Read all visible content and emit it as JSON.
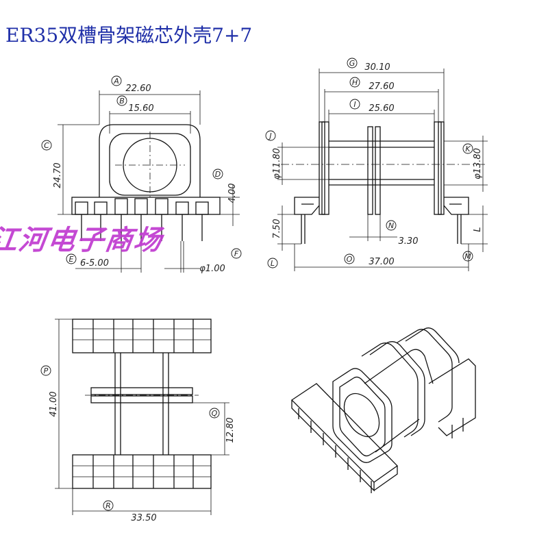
{
  "title": "ER35双槽骨架磁芯外壳7+7",
  "watermark": "江河电子商场",
  "views": {
    "front": {
      "labels": {
        "A": "A",
        "B": "B",
        "C": "C",
        "D": "D",
        "E": "E",
        "F": "F"
      },
      "dims": {
        "A": "22.60",
        "B": "15.60",
        "C": "24.70",
        "D": "4.00",
        "E": "6-5.00",
        "F": "φ1.00"
      }
    },
    "side": {
      "labels": {
        "G": "G",
        "H": "H",
        "I": "I",
        "J": "J",
        "K": "K",
        "L": "L",
        "M": "M",
        "N": "N",
        "O": "O"
      },
      "dims": {
        "G": "30.10",
        "H": "27.60",
        "I": "25.60",
        "J": "φ11.80",
        "K": "φ13.80",
        "L": "7.50",
        "M": "L",
        "N": "3.30",
        "O": "37.00"
      }
    },
    "top": {
      "labels": {
        "P": "P",
        "Q": "Q",
        "R": "R"
      },
      "dims": {
        "P": "41.00",
        "Q": "12.80",
        "R": "33.50"
      }
    }
  },
  "colors": {
    "title": "#1f2fa8",
    "watermark": "#c03ad0",
    "line": "#111111"
  }
}
